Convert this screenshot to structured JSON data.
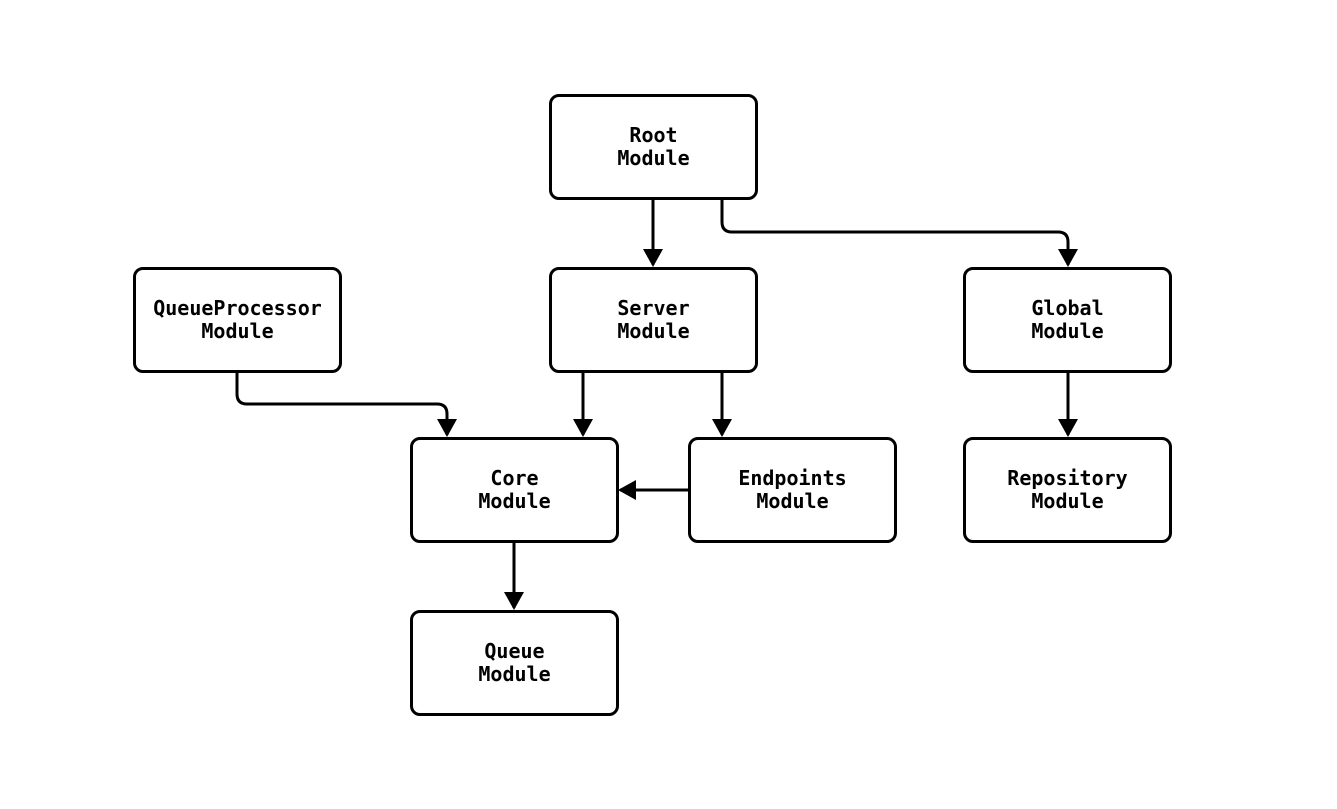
{
  "diagram": {
    "type": "module-dependency-flowchart",
    "background_color": "#ffffff",
    "node_fill_color": "#ffffff",
    "node_border_color": "#000000",
    "text_color": "#000000",
    "edge_color": "#000000"
  },
  "nodes": {
    "root": {
      "line1": "Root",
      "line2": "Module"
    },
    "queueprocessor": {
      "line1": "QueueProcessor",
      "line2": "Module"
    },
    "server": {
      "line1": "Server",
      "line2": "Module"
    },
    "global": {
      "line1": "Global",
      "line2": "Module"
    },
    "core": {
      "line1": "Core",
      "line2": "Module"
    },
    "endpoints": {
      "line1": "Endpoints",
      "line2": "Module"
    },
    "repository": {
      "line1": "Repository",
      "line2": "Module"
    },
    "queue": {
      "line1": "Queue",
      "line2": "Module"
    }
  },
  "edges": [
    {
      "from": "Root Module",
      "to": "Server Module"
    },
    {
      "from": "Root Module",
      "to": "Global Module"
    },
    {
      "from": "QueueProcessor Module",
      "to": "Core Module"
    },
    {
      "from": "Server Module",
      "to": "Core Module"
    },
    {
      "from": "Server Module",
      "to": "Endpoints Module"
    },
    {
      "from": "Endpoints Module",
      "to": "Core Module"
    },
    {
      "from": "Global Module",
      "to": "Repository Module"
    },
    {
      "from": "Core Module",
      "to": "Queue Module"
    }
  ]
}
